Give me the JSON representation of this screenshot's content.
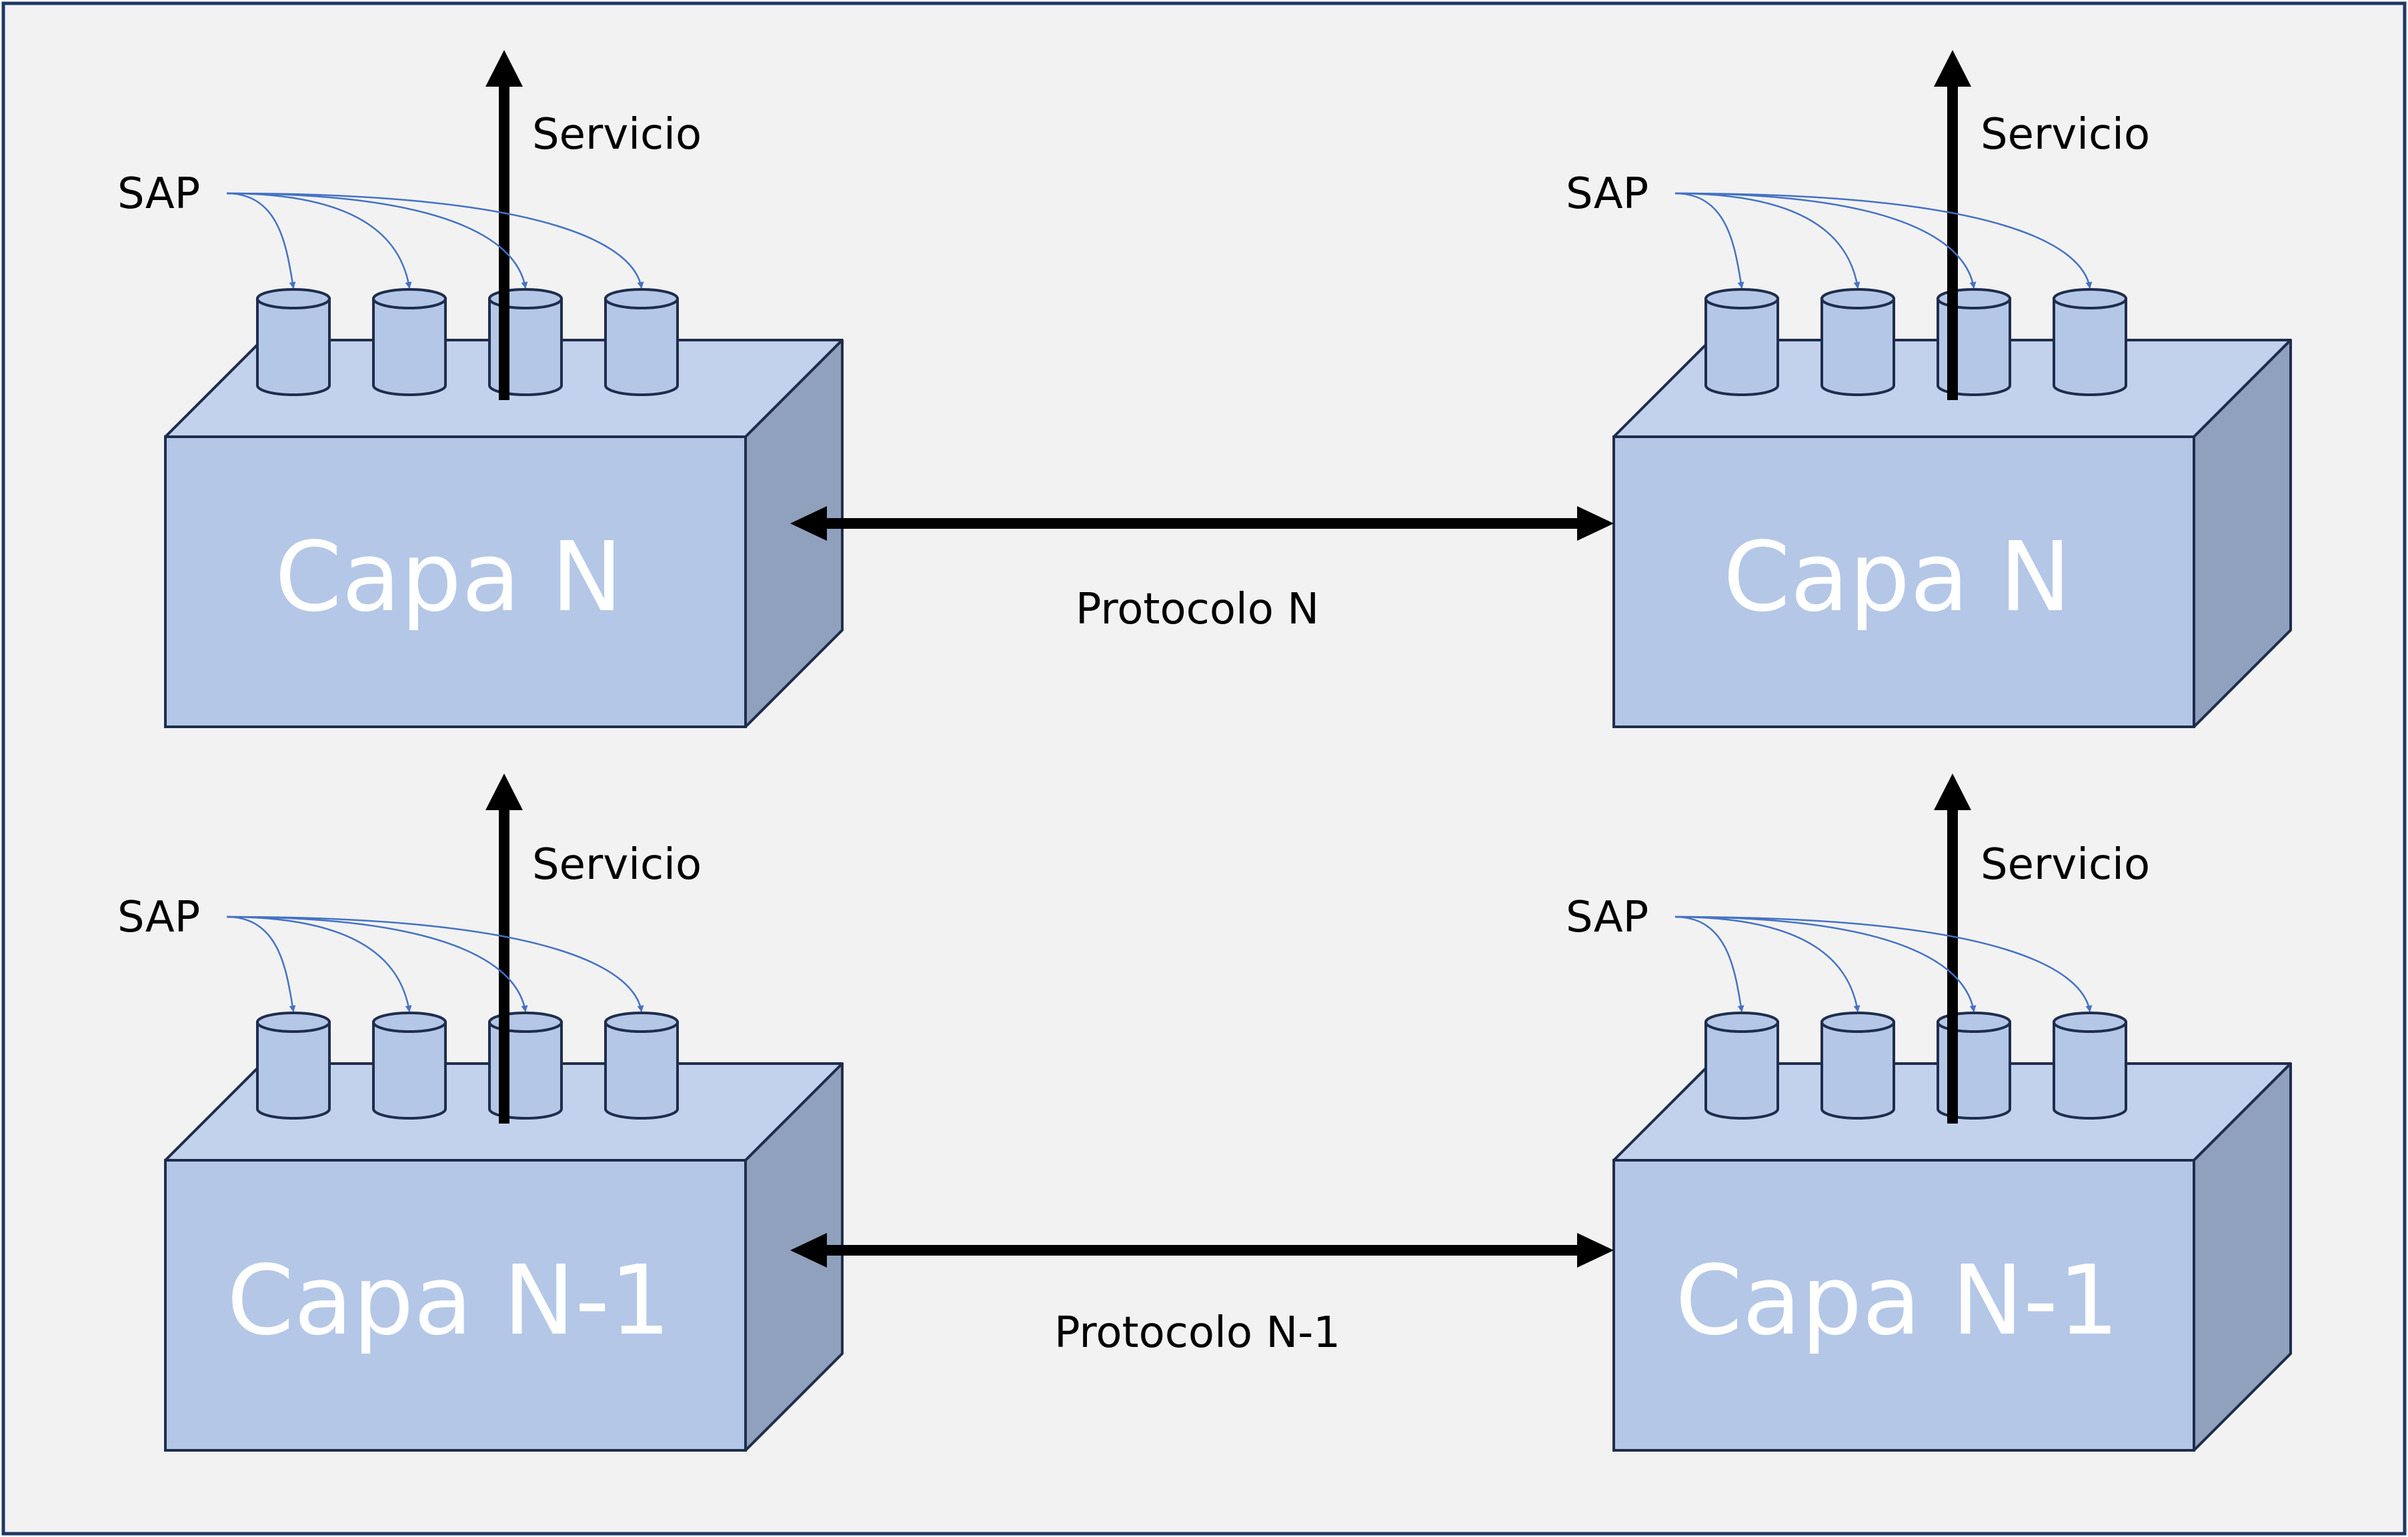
{
  "colors": {
    "background": "#f2f2f2",
    "frame": "#1f3864",
    "box_front": "#b4c7e7",
    "box_top": "#c3d2ec",
    "box_side": "#8fa1bd",
    "box_stroke": "#1f2d4d",
    "sap_connector": "#4472c4",
    "arrow": "#000000",
    "box_text": "#ffffff"
  },
  "entities": [
    {
      "id": "top-left",
      "layer_label": "Capa N",
      "service_label": "Servicio",
      "sap_label": "SAP"
    },
    {
      "id": "top-right",
      "layer_label": "Capa N",
      "service_label": "Servicio",
      "sap_label": "SAP"
    },
    {
      "id": "bottom-left",
      "layer_label": "Capa N-1",
      "service_label": "Servicio",
      "sap_label": "SAP"
    },
    {
      "id": "bottom-right",
      "layer_label": "Capa N-1",
      "service_label": "Servicio",
      "sap_label": "SAP"
    }
  ],
  "protocols": [
    {
      "id": "protocol-n",
      "label": "Protocolo N"
    },
    {
      "id": "protocol-n-1",
      "label": "Protocolo N-1"
    }
  ]
}
